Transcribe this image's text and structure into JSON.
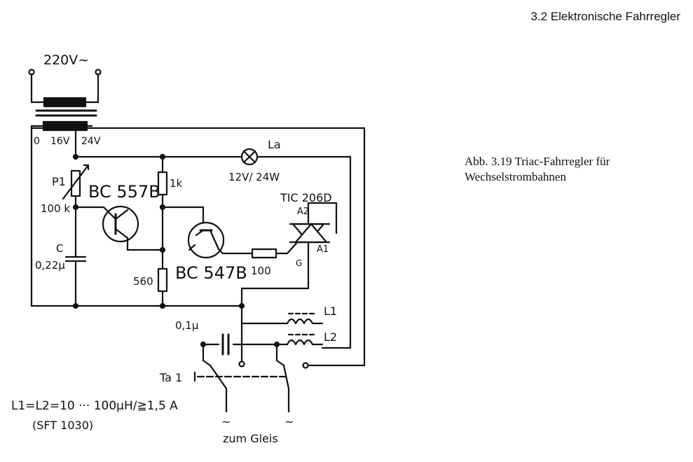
{
  "header": {
    "section": "3.2  Elektronische Fahrregler"
  },
  "caption": {
    "line1": "Abb. 3.19  Triac-Fahrregler für",
    "line2": "Wechselstrombahnen"
  },
  "circuit": {
    "mains": "220V~",
    "tap0": "0",
    "tap16": "16V",
    "tap24": "24V",
    "p1_name": "P1",
    "p1_value": "100 k",
    "t1_type": "BC 557B",
    "t2_type": "BC 547B",
    "r1k": "1k",
    "r560": "560",
    "c_name": "C",
    "c_value": "0,22µ",
    "lamp_name": "La",
    "lamp_value": "12V/ 24W",
    "triac_type": "TIC 206D",
    "triac_a2": "A2",
    "triac_a1": "A1",
    "triac_g": "G",
    "r100": "100",
    "l1": "L1",
    "l2": "L2",
    "c01": "0,1µ",
    "switch": "Ta 1",
    "tilde1": "~",
    "tilde2": "~",
    "track": "zum Gleis",
    "inductor_note": "L1=L2=10 ··· 100µH/≧1,5 A",
    "part_note": "(SFT 1030)"
  }
}
